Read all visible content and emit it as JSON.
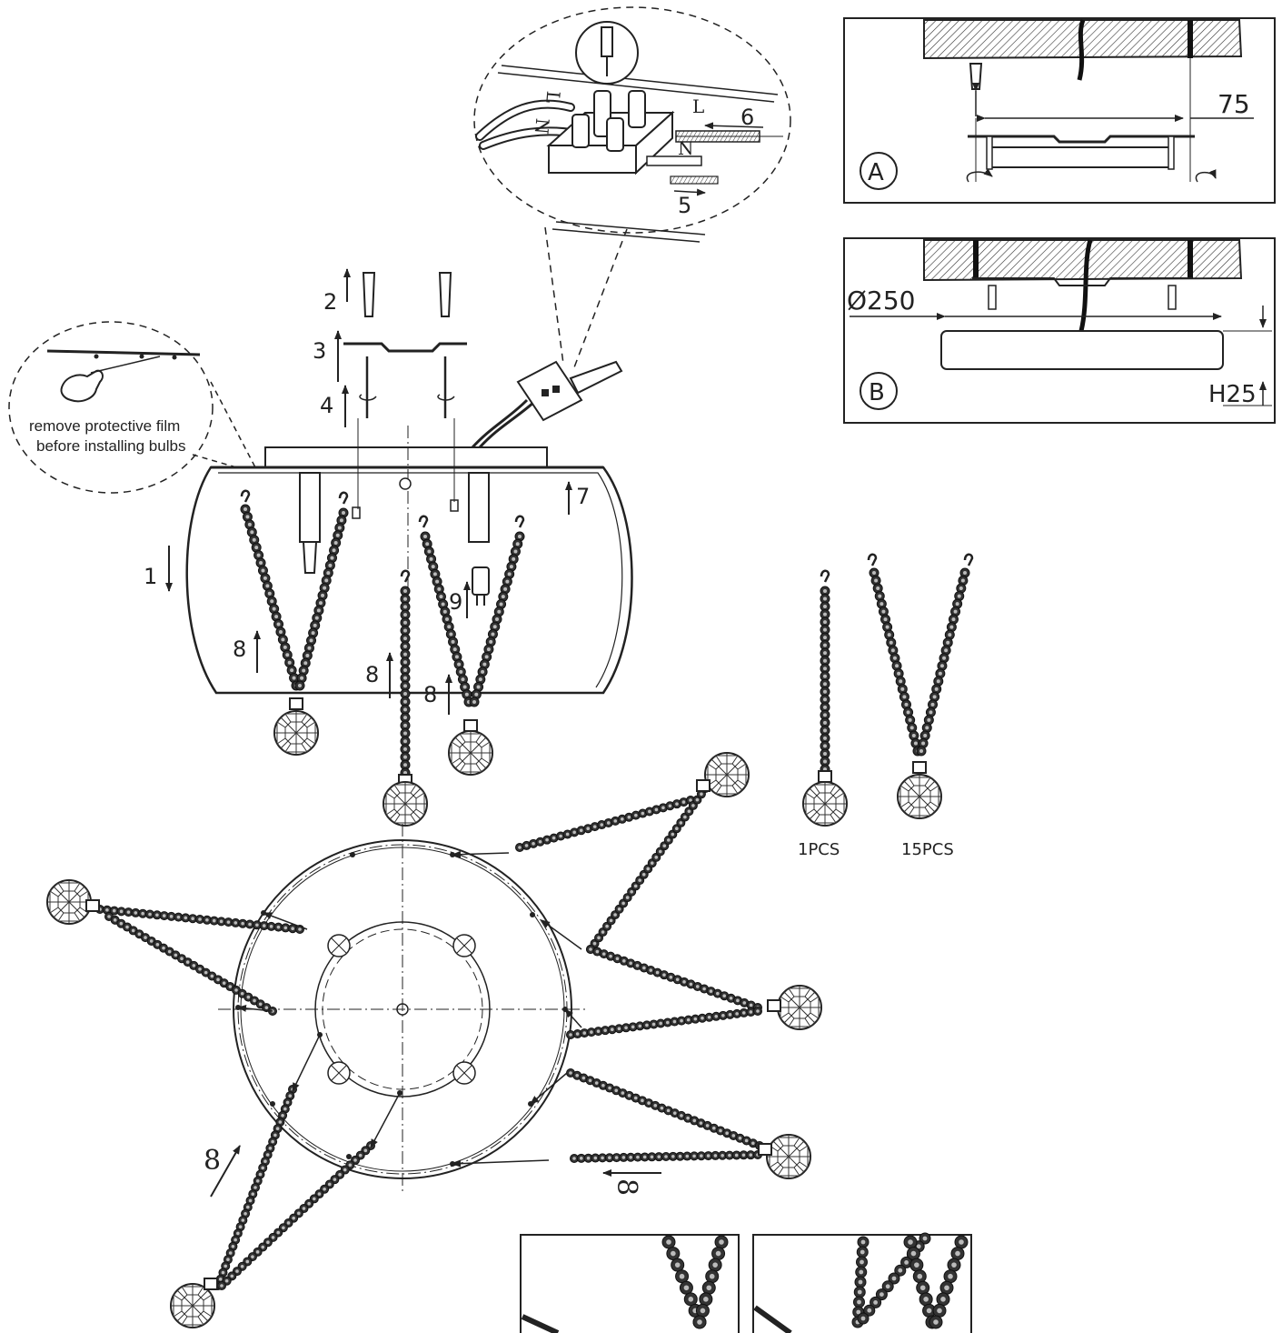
{
  "steps": {
    "s1": "1",
    "s2": "2",
    "s3": "3",
    "s4": "4",
    "s5": "5",
    "s6": "6",
    "s7": "7",
    "s8": "8",
    "s9": "9",
    "s8_plan": "8",
    "s8_plan_rot": "8"
  },
  "wiring": {
    "L_left": "L",
    "N_left": "N",
    "L_right": "L",
    "N_right": "N"
  },
  "film_note": {
    "line1": "remove protective film",
    "line2": "before installing bulbs"
  },
  "panel_a": {
    "label": "A",
    "dimension": "75"
  },
  "panel_b": {
    "label": "B",
    "diameter": "Ø250",
    "height": "H25"
  },
  "parts": {
    "single_qty": "1PCS",
    "double_qty": "15PCS"
  }
}
